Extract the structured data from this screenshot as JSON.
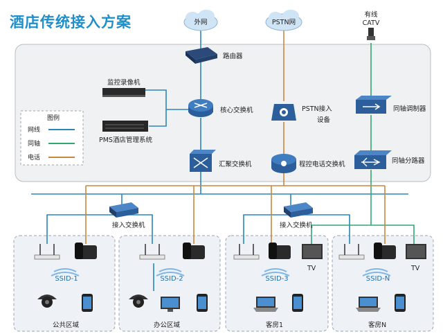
{
  "title": "酒店传统接入方案",
  "colors": {
    "network": "#2a86b8",
    "coax": "#2fa870",
    "phone": "#c9873d",
    "accent": "#1e8fc8"
  },
  "top": {
    "internet": "外网",
    "pstn": "PSTN网",
    "catv_line1": "有线",
    "catv_line2": "CATV"
  },
  "devices": {
    "router": "路由器",
    "nvr": "监控录像机",
    "pms": "PMS酒店管理系统",
    "core_switch": "核心交换机",
    "pstn_access_line1": "PSTN接入",
    "pstn_access_line2": "设备",
    "modulator": "同轴调制器",
    "agg_switch": "汇聚交换机",
    "pbx": "程控电话交换机",
    "splitter": "同轴分路器",
    "access_switch_1": "接入交换机",
    "access_switch_2": "接入交换机"
  },
  "legend": {
    "title": "图例",
    "items": [
      {
        "label": "网线",
        "color": "#2a86b8"
      },
      {
        "label": "同轴",
        "color": "#2fa870"
      },
      {
        "label": "电话",
        "color": "#c9873d"
      }
    ]
  },
  "zones": [
    {
      "name": "公共区域",
      "ssid": "SSID-1",
      "has_tv": false
    },
    {
      "name": "办公区域",
      "ssid": "SSID-2",
      "has_tv": false
    },
    {
      "name": "客房1",
      "ssid": "SSID-3",
      "has_tv": true,
      "tv_label": "TV"
    },
    {
      "name": "客房N",
      "ssid": "SSID-N",
      "has_tv": true,
      "tv_label": "TV"
    }
  ]
}
